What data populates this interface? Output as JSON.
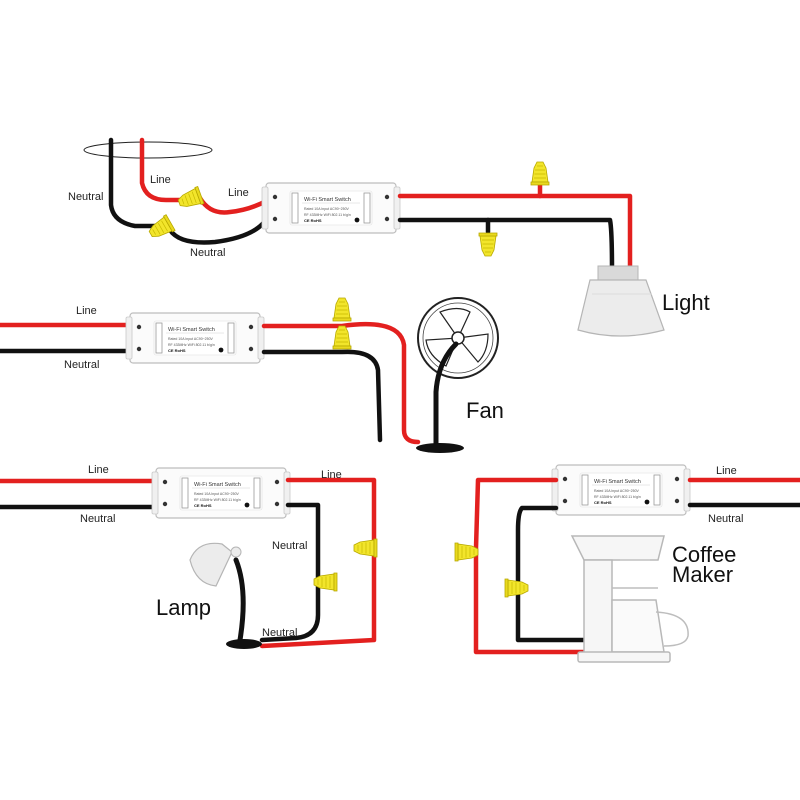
{
  "colors": {
    "line_wire": "#e3201f",
    "neutral_wire": "#111111",
    "wire_nut": "#f2e52b"
  },
  "device": {
    "title": "Wi-Fi Smart Switch",
    "spec_1": "Rated 10A    Input AC90~250V",
    "spec_2": "RF 433MHz  WiFi 802.11 b/g/n",
    "logo": "CE RoHS"
  },
  "labels": {
    "line": "Line",
    "neutral": "Neutral"
  },
  "appliances": {
    "light": "Light",
    "fan": "Fan",
    "lamp": "Lamp",
    "coffee_line1": "Coffee",
    "coffee_line2": "Maker"
  },
  "icons": {
    "switch": "smart-switch-icon",
    "wire_nut": "wire-nut-icon",
    "light": "light-bulb-icon",
    "fan": "fan-icon",
    "lamp": "desk-lamp-icon",
    "coffee": "coffee-maker-icon"
  }
}
